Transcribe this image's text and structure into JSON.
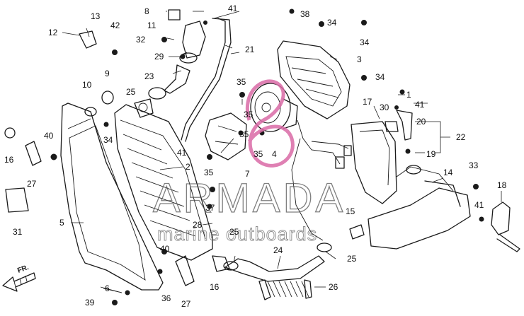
{
  "diagram": {
    "callouts": {
      "n1": "1",
      "n2": "2",
      "n3": "3",
      "n4": "4",
      "n5": "5",
      "n6": "6",
      "n7": "7",
      "n8": "8",
      "n9": "9",
      "n10": "10",
      "n11": "11",
      "n12": "12",
      "n13": "13",
      "n14": "14",
      "n15": "15",
      "n16a": "16",
      "n16b": "16",
      "n17": "17",
      "n18": "18",
      "n19": "19",
      "n20": "20",
      "n21": "21",
      "n22": "22",
      "n23": "23",
      "n24": "24",
      "n25a": "25",
      "n25b": "25",
      "n25c": "25",
      "n26": "26",
      "n27a": "27",
      "n27b": "27",
      "n28": "28",
      "n29": "29",
      "n30": "30",
      "n31": "31",
      "n32": "32",
      "n33": "33",
      "n34a": "34",
      "n34b": "34",
      "n34c": "34",
      "n34d": "34",
      "n35a": "35",
      "n35b": "35",
      "n35c": "35",
      "n35d": "35",
      "n35e": "35",
      "n36": "36",
      "n37": "37",
      "n38": "38",
      "n39": "39",
      "n40a": "40",
      "n40b": "40",
      "n41a": "41",
      "n41b": "41",
      "n41c": "41",
      "n41d": "41",
      "n42": "42"
    },
    "direction_label": "FR.",
    "watermark": {
      "title": "ARMADA",
      "subtitle": "marine outboards",
      "logo_color": "#d96aa6"
    }
  }
}
